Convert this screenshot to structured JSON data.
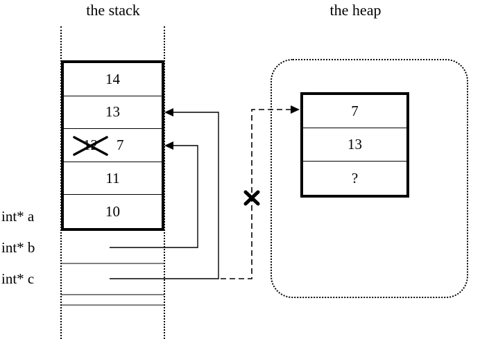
{
  "titles": {
    "stack": "the stack",
    "heap": "the heap"
  },
  "stack": {
    "rows": [
      "14",
      "13",
      "12",
      "11",
      "10"
    ],
    "new_value": "7",
    "pointer_labels": [
      "int* a",
      "int* b",
      "int* c"
    ]
  },
  "heap": {
    "rows": [
      "7",
      "13",
      "?"
    ]
  },
  "colors": {
    "ink": "#000000",
    "background": "#ffffff"
  }
}
